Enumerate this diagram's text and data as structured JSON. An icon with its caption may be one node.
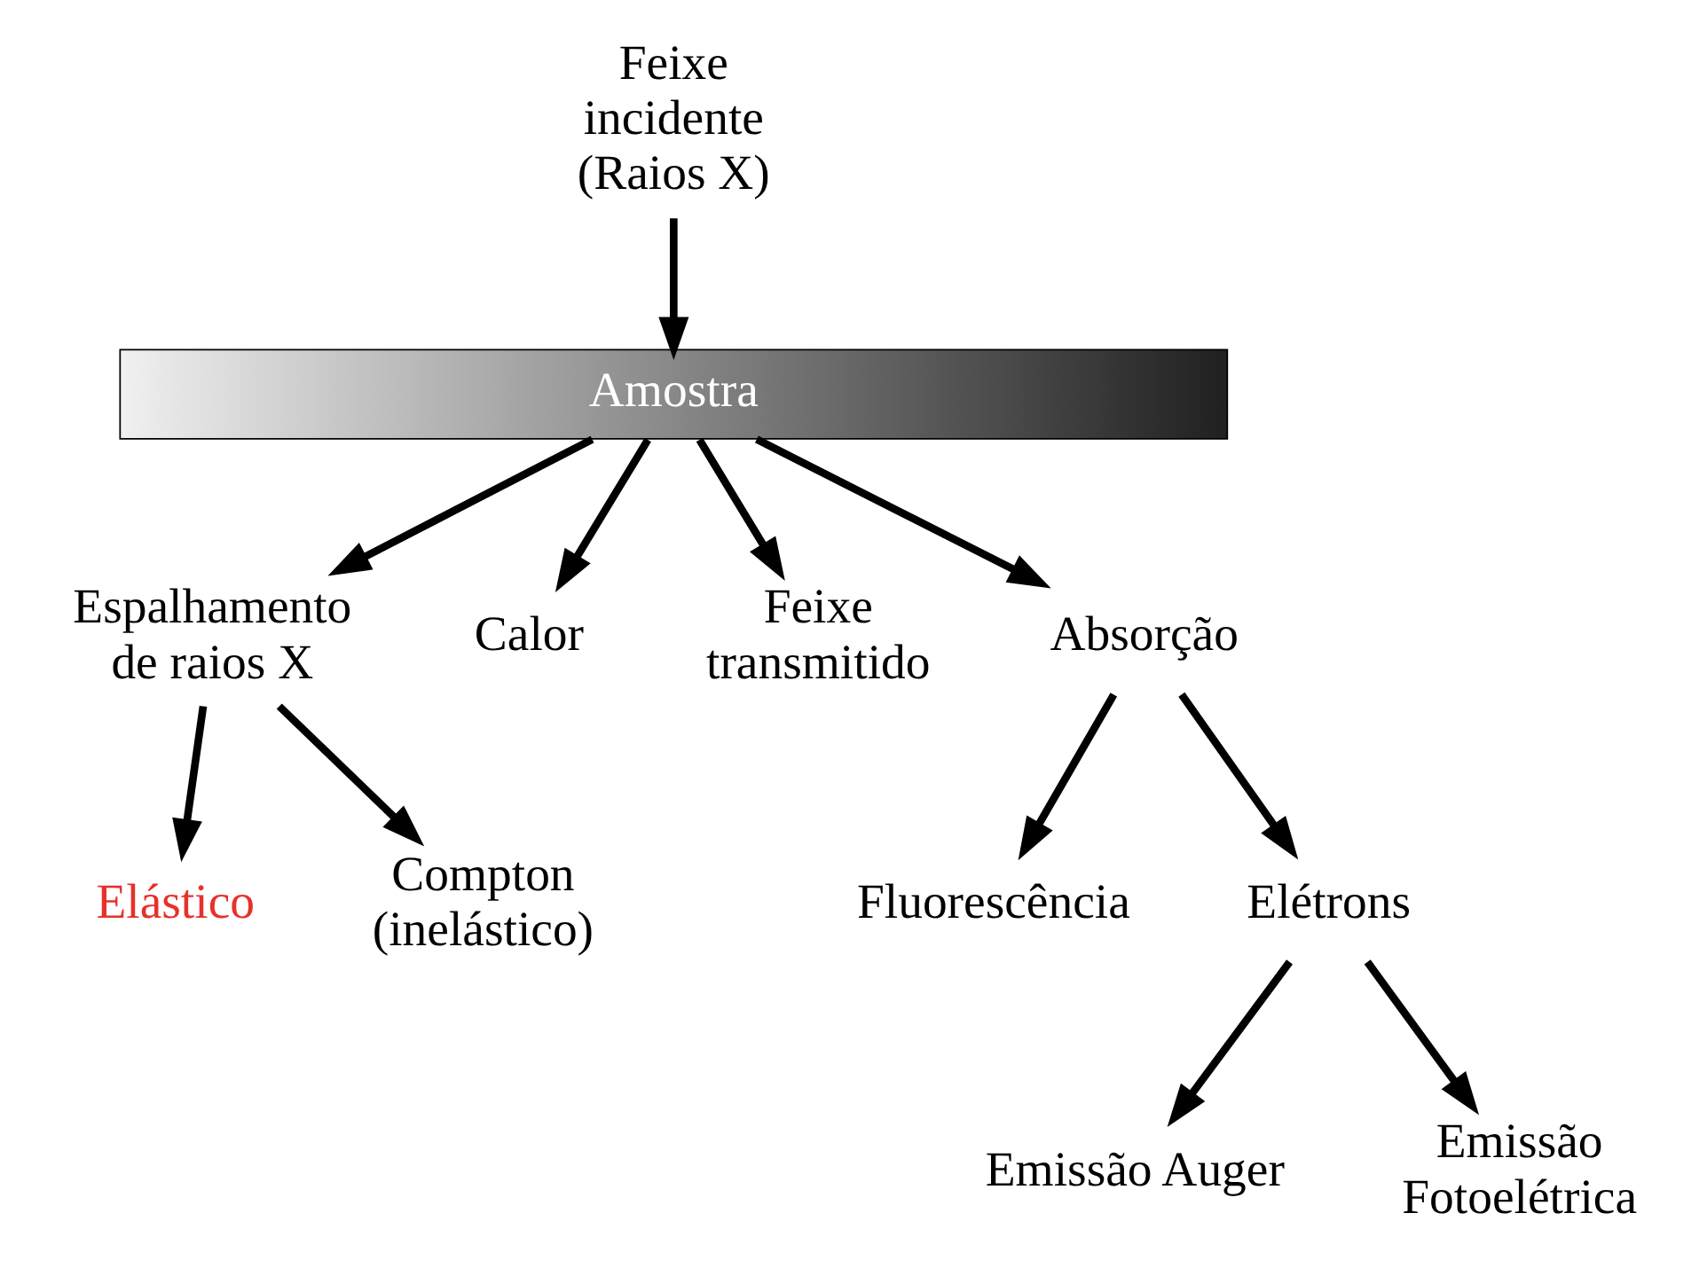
{
  "diagram": {
    "nodes": [
      {
        "text": [
          "Feixe incidente (Raios X)"
        ]
      },
      {
        "text": [
          "Amostra"
        ]
      },
      {
        "text": [
          "Espalhamento de raios X"
        ]
      },
      {
        "text": [
          "Calor"
        ]
      },
      {
        "text": [
          "Feixe transmitido"
        ]
      },
      {
        "text": [
          "Absorção"
        ]
      },
      {
        "text": [
          "Elástico"
        ]
      },
      {
        "text": [
          "Compton (inelástico)"
        ]
      },
      {
        "text": [
          "Fluorescência"
        ]
      },
      {
        "text": [
          "Elétrons"
        ]
      },
      {
        "text": [
          "Emissão Auger"
        ]
      },
      {
        "text": [
          "Emissão Fotoelétrica"
        ]
      }
    ],
    "edges": [
      {
        "from": 0,
        "to": 1,
        "arrow": "to"
      },
      {
        "from": 1,
        "to": 2,
        "arrow": "to"
      },
      {
        "from": 1,
        "to": 3,
        "arrow": "to"
      },
      {
        "from": 1,
        "to": 4,
        "arrow": "to"
      },
      {
        "from": 1,
        "to": 5,
        "arrow": "to"
      },
      {
        "from": 2,
        "to": 6,
        "arrow": "to"
      },
      {
        "from": 2,
        "to": 7,
        "arrow": "to"
      },
      {
        "from": 5,
        "to": 8,
        "arrow": "to"
      },
      {
        "from": 5,
        "to": 9,
        "arrow": "to"
      },
      {
        "from": 9,
        "to": 10,
        "arrow": "to"
      },
      {
        "from": 9,
        "to": 11,
        "arrow": "to"
      }
    ]
  }
}
